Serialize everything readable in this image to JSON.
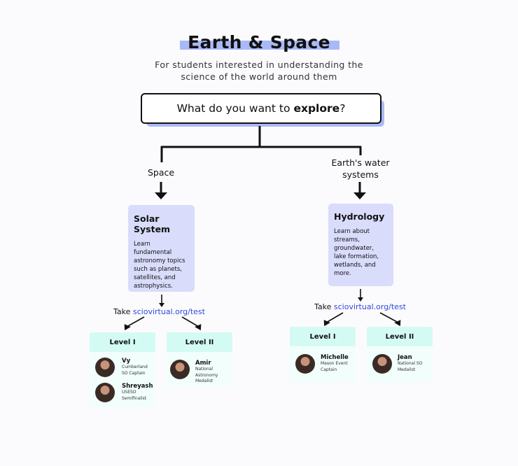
{
  "header": {
    "title": "Earth & Space",
    "subtitle": "For students interested in understanding the science of the world around them"
  },
  "question": {
    "prefix": "What do you want to",
    "emphasis": "explore",
    "suffix": "?"
  },
  "branches": [
    {
      "label": "Space",
      "topic_title": "Solar System",
      "topic_desc": "Learn fundamental astronomy topics such as planets, satellites, and astrophysics.",
      "take_label": "Take",
      "take_link": "sciovirtual.org/test",
      "levels": [
        {
          "label": "Level I",
          "people": [
            {
              "name": "Vy",
              "desc": "Cumberland SO Captain"
            },
            {
              "name": "Shreyash",
              "desc": "USESO Semifinalist"
            }
          ]
        },
        {
          "label": "Level II",
          "people": [
            {
              "name": "Amir",
              "desc": "National Astronomy Medalist"
            }
          ]
        }
      ]
    },
    {
      "label": "Earth's water systems",
      "topic_title": "Hydrology",
      "topic_desc": "Learn about streams, groundwater, lake formation, wetlands, and more.",
      "take_label": "Take",
      "take_link": "sciovirtual.org/test",
      "levels": [
        {
          "label": "Level I",
          "people": [
            {
              "name": "Michelle",
              "desc": "Mason Event Captain"
            }
          ]
        },
        {
          "label": "Level II",
          "people": [
            {
              "name": "Jean",
              "desc": "National SO Medalist"
            }
          ]
        }
      ]
    }
  ],
  "colors": {
    "accent": "#a9b9f7",
    "topic_bg": "#d9dcfb",
    "level_bg": "#d4fbf3",
    "link": "#2f49d8"
  }
}
